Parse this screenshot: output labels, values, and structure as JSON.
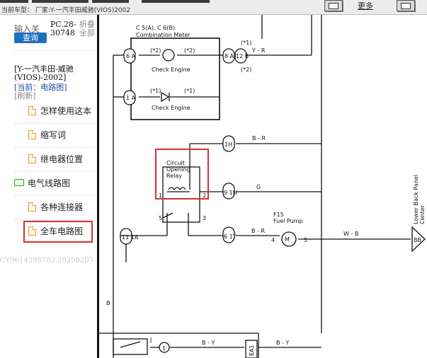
{
  "topbar": {
    "vehicle_line": "当前车型：  厂家:Y-一汽丰田威驰(VIOS)2002",
    "more_label": "更多"
  },
  "sidebar": {
    "input_label": "输入关",
    "query_button": "查询",
    "pc_code_line1": "PC.28-",
    "pc_code_line2": "30748",
    "fold_label": "折叠",
    "all_label": "全部",
    "vehicle_line1": "[Y-一汽丰田-威驰",
    "vehicle_line2": "(VIOS)-2002]",
    "current_label": "[当前：电路图]",
    "refresh_label": "[刷新]",
    "items": [
      {
        "label": "怎样使用这本",
        "icon": "document-icon"
      },
      {
        "label": "缩写词",
        "icon": "document-icon"
      },
      {
        "label": "继电器位置",
        "icon": "document-icon"
      },
      {
        "label": "电气线路图",
        "icon": "folder-icon"
      },
      {
        "label": "各种连接器",
        "icon": "document-icon"
      },
      {
        "label": "全车电路图",
        "icon": "document-icon"
      }
    ],
    "watermark": "CY9614399782.20250207"
  },
  "diagram": {
    "combination_meter_1": "C 5(A), C 6(B)",
    "combination_meter_2": "Combination Meter",
    "check_engine_1": "Check Engine",
    "check_engine_2": "Check Engine",
    "star2_left": "(*2)",
    "star2_right": "(*2)",
    "star1_left": "(*1)",
    "star1_right": "(*1)",
    "conn_6A": "6 A",
    "conn_1A": "1 A",
    "conn_8A": "8 A",
    "conn_12B": "12 B",
    "star1_v": "(*1)",
    "star2_v": "(*2)",
    "wire_YR": "Y - R",
    "wire_BR_top": "B - R",
    "wire_G": "G",
    "wire_BR_mid": "B - R",
    "wire_WB": "W - B",
    "wire_BY1": "B - Y",
    "wire_BY2": "B - Y",
    "relay_1": "Circuit",
    "relay_2": "Opening",
    "relay_3": "Relay",
    "pin_1": "1",
    "pin_2": "2",
    "pin_3": "3",
    "pin_5": "5",
    "pin_4": "4",
    "pin_5b": "5",
    "pin_1b": "1",
    "conn_1H": "1H",
    "conn_9_1H": "9 1H",
    "conn_6_1T": "6 1T",
    "conn_11_1A": "11 1A",
    "conn_BB": "BB",
    "conn_EA1": "EA1",
    "conn_J": "J",
    "fuel_pump_1": "F15",
    "fuel_pump_2": "Fuel Pump",
    "lower_back_1": "Lower Back Panel",
    "lower_back_2": "Center",
    "wire_B": "B"
  }
}
